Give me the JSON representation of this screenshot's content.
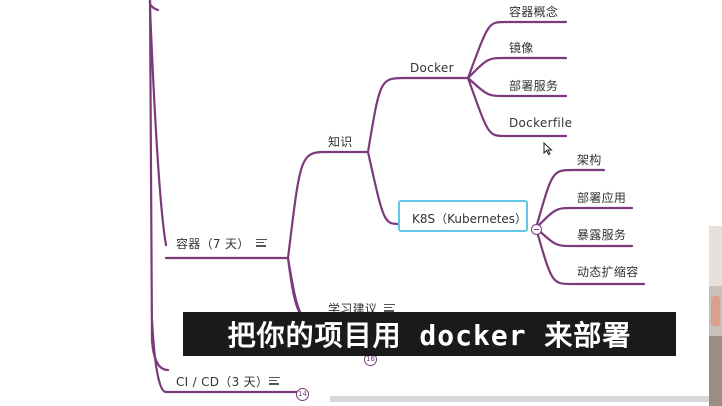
{
  "colors": {
    "branch": "#7b3a7c",
    "selected_border": "#62c6e9",
    "subtitle_bg": "#1a1a1a",
    "subtitle_text": "#ffffff",
    "label_text": "#333333"
  },
  "mindmap": {
    "container_node": {
      "label": "容器（7 天）",
      "has_note": true,
      "note_icon": "note-lines-icon"
    },
    "knowledge_node": {
      "label": "知识"
    },
    "docker_node": {
      "label": "Docker",
      "children": [
        "容器概念",
        "镜像",
        "部署服务",
        "Dockerfile"
      ]
    },
    "k8s_node": {
      "label": "K8S（Kubernetes）",
      "selected": true,
      "collapse_icon": "collapse-minus-icon",
      "children": [
        "架构",
        "部署应用",
        "暴露服务",
        "动态扩缩容"
      ]
    },
    "study_advice_node": {
      "label": "学习建议",
      "has_note": true,
      "note_icon": "note-lines-icon"
    },
    "collapsed_count_badge": "16",
    "cicd_node": {
      "label": "CI / CD（3 天）",
      "has_note": true,
      "note_icon": "note-lines-icon"
    },
    "cicd_count_badge": "14"
  },
  "subtitle": "把你的项目用 docker 来部署",
  "cursor_icon": "mouse-pointer-icon"
}
